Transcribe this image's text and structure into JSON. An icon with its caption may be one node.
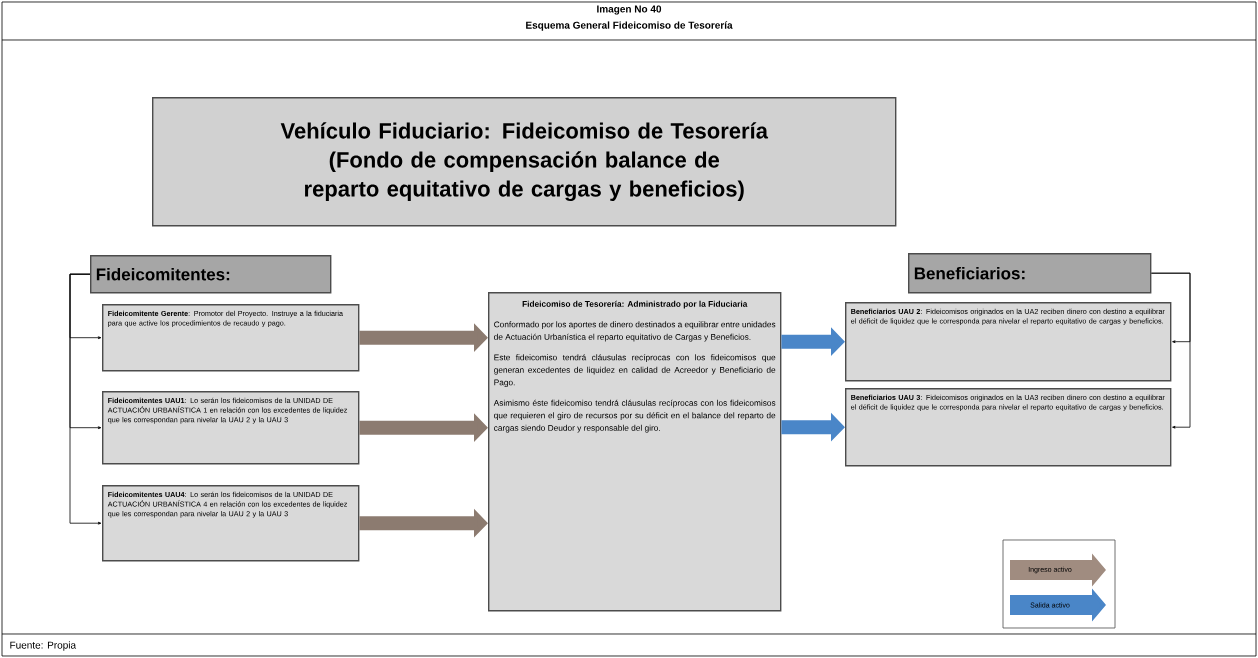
{
  "diagram": {
    "title": "Esquema General Fideicomiso de Tesorería",
    "caption": "Fuente: Propia",
    "labels": [
      "Imagen No 40"
    ],
    "nodes": [
      {
        "text": [
          "Vehículo Fiduciario: Fideicomiso de Tesorería",
          "(Fondo de compensación balance de reparto equitativo de cargas y beneficios)"
        ]
      },
      {
        "text": [
          "Fideicomitentes:"
        ]
      },
      {
        "text": [
          "**Fideicomitente Gerente**: Promotor del Proyecto. Instruye a la fiduciaria para que active los procedimientos de recaudo y pago."
        ]
      },
      {
        "text": [
          "**Fideicomitentes UAU1**: Lo serán los fideicomisos de la UNIDAD DE ACTUACIÓN URBANÍSTICA 1 en relación con los excedentes de liquidez que les correspondan para nivelar la UAU 2 y la UAU 3"
        ]
      },
      {
        "text": [
          "**Fideicomitentes UAU4**: Lo serán los fideicomisos de la UNIDAD DE ACTUACIÓN URBANÍSTICA 4 en relación con los excedentes de liquidez que les correspondan para nivelar la UAU 2 y la UAU 3"
        ]
      },
      {
        "text": [
          "Fideicomiso de Tesorería: Administrado por la Fiduciaria",
          "Conformado por los aportes de dinero destinados a equilibrar entre unidades de Actuación Urbanística el reparto equitativo de Cargas y Beneficios.",
          "Este fideicomiso tendrá cláusulas recíprocas con los fideicomisos que generan excedentes de liquidez en calidad de Acreedor y Beneficiario de Pago.",
          "Asimismo éste fideicomiso tendrá cláusulas recíprocas con los fideicomisos que requieren el giro de recursos por su déficit en el balance del reparto de cargas siendo Deudor y responsable del giro."
        ]
      },
      {
        "text": [
          "Beneficiarios:"
        ]
      },
      {
        "text": [
          "**Beneficiarios UAU 2**: Fideicomisos originados en la UA2 reciben dinero con destino a equilibrar el déficit de liquidez que le corresponda para nivelar el reparto equitativo de cargas y beneficios."
        ]
      },
      {
        "text": [
          "**Beneficiarios UAU 3**: Fideicomisos originados en la UA3 reciben dinero con destino a equilibrar el déficit de liquidez que le corresponda para nivelar el reparto equitativo de cargas y beneficios."
        ]
      }
    ],
    "edges": [
      {
        "from": 1,
        "to": 2,
        "arrow": "to"
      },
      {
        "from": 1,
        "to": 3,
        "arrow": "to"
      },
      {
        "from": 1,
        "to": 4,
        "arrow": "to"
      },
      {
        "from": 2,
        "to": 5,
        "arrow": "to",
        "style": "thick",
        "color": "#8c7b70"
      },
      {
        "from": 3,
        "to": 5,
        "arrow": "to",
        "style": "thick",
        "color": "#8c7b70"
      },
      {
        "from": 4,
        "to": 5,
        "arrow": "to",
        "style": "thick",
        "color": "#8c7b70"
      },
      {
        "from": 5,
        "to": 7,
        "arrow": "to",
        "style": "thick",
        "color": "#4a86c8"
      },
      {
        "from": 5,
        "to": 8,
        "arrow": "to",
        "style": "thick",
        "color": "#4a86c8"
      },
      {
        "from": 6,
        "to": 7,
        "arrow": "to"
      },
      {
        "from": 6,
        "to": 8,
        "arrow": "to"
      }
    ],
    "legend": [
      {
        "text": "Ingreso activo"
      },
      {
        "text": "Salida activo"
      }
    ]
  }
}
